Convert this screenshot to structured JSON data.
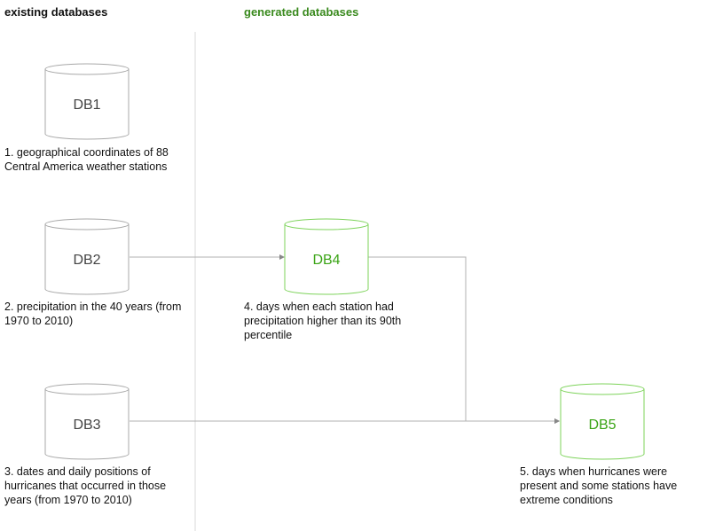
{
  "headings": {
    "existing": "existing databases",
    "generated": "generated databases"
  },
  "colors": {
    "existing_stroke": "#a8a8a8",
    "existing_text": "#444444",
    "generated_stroke": "#7dd35a",
    "generated_text": "#3aa415",
    "generated_heading": "#3a8a1e",
    "connector": "#b0b0b0",
    "divider": "#d8d8d8"
  },
  "databases": {
    "db1": {
      "label": "DB1",
      "caption_lines": [
        "1. geographical coordinates of 88",
        "Central America weather stations"
      ]
    },
    "db2": {
      "label": "DB2",
      "caption_lines": [
        "2.  precipitation in the 40 years (from",
        "1970 to 2010)"
      ]
    },
    "db3": {
      "label": "DB3",
      "caption_lines": [
        "3. dates and daily positions of",
        "hurricanes that occurred in those",
        "years (from 1970 to 2010)"
      ]
    },
    "db4": {
      "label": "DB4",
      "caption_lines": [
        "4. days when each station had",
        "precipitation higher than its 90th",
        "percentile"
      ]
    },
    "db5": {
      "label": "DB5",
      "caption_lines": [
        "5. days when hurricanes were",
        "present and  some stations have",
        "extreme conditions"
      ]
    }
  },
  "connections": [
    {
      "from": "DB2",
      "to": "DB4"
    },
    {
      "from": "DB4",
      "to": "DB5"
    },
    {
      "from": "DB3",
      "to": "DB5"
    }
  ]
}
